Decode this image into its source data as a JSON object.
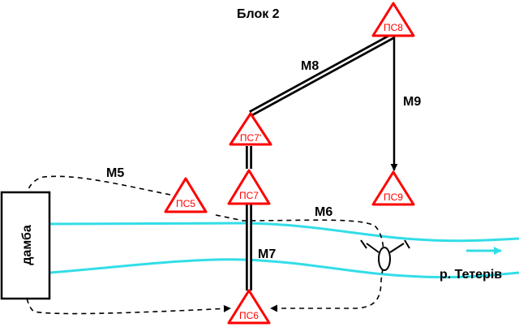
{
  "title": "Блок 2",
  "dam": {
    "label": "дамба"
  },
  "river": {
    "label": "р. Тетерів",
    "color": "#33dde8"
  },
  "station_color": "#ff0000",
  "stations": {
    "ps5": "ПС5",
    "ps6": "ПС6",
    "ps7": "ПС7",
    "ps7s": "ПС7'",
    "ps8": "ПС8",
    "ps9": "ПС9"
  },
  "routes": {
    "m5": "M5",
    "m6": "M6",
    "m7": "M7",
    "m8": "M8",
    "m9": "M9"
  }
}
